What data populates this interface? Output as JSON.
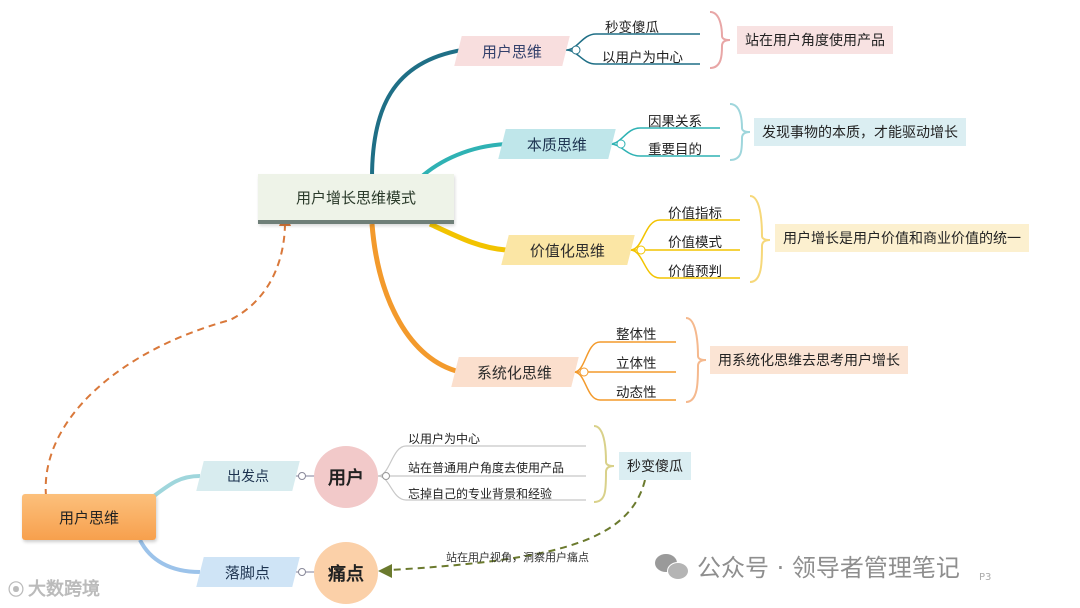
{
  "central": "用户增长思维模式",
  "branches": [
    {
      "label": "用户思维",
      "leaves": [
        "秒变傻瓜",
        "以用户为中心"
      ],
      "summary": "站在用户角度使用产品"
    },
    {
      "label": "本质思维",
      "leaves": [
        "因果关系",
        "重要目的"
      ],
      "summary": "发现事物的本质，才能驱动增长"
    },
    {
      "label": "价值化思维",
      "leaves": [
        "价值指标",
        "价值模式",
        "价值预判"
      ],
      "summary": "用户增长是用户价值和商业价值的统一"
    },
    {
      "label": "系统化思维",
      "leaves": [
        "整体性",
        "立体性",
        "动态性"
      ],
      "summary": "用系统化思维去思考用户增长"
    }
  ],
  "root": "用户思维",
  "bottom": {
    "start_label": "出发点",
    "user_circle": "用户",
    "user_leaves": [
      "以用户为中心",
      "站在普通用户角度去使用产品",
      "忘掉自己的专业背景和经验"
    ],
    "user_summary": "秒变傻瓜",
    "end_label": "落脚点",
    "pain_circle": "痛点",
    "pain_annotation": "站在用户视角，洞察用户痛点"
  },
  "watermark": {
    "left": "大数跨境",
    "right": "公众号 · 领导者管理笔记",
    "page": "P3"
  },
  "colors": {
    "teal_dark": "#1f6f86",
    "teal": "#2fb2b4",
    "yellow": "#f2c300",
    "orange": "#f39a2c",
    "dashed_orange": "#d9783a",
    "dashed_olive": "#6b7a2e"
  }
}
